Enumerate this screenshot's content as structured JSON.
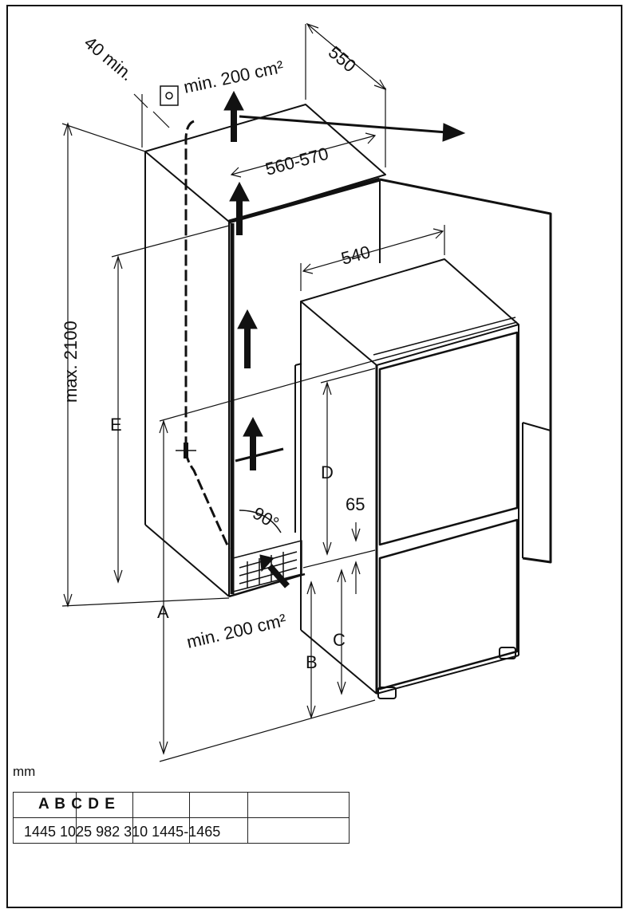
{
  "labels": {
    "vent_top": "min. 200 cm²",
    "vent_bottom": "min. 200 cm²",
    "dim_40": "40 min.",
    "dim_550": "550",
    "dim_560": "560-570",
    "dim_540": "540",
    "dim_2100": "max. 2100",
    "dim_E": "E",
    "dim_A": "A",
    "dim_B": "B",
    "dim_C": "C",
    "dim_D": "D",
    "dim_65": "65",
    "angle_90": "90°"
  },
  "unit": "mm",
  "table": {
    "header": "A B C D E",
    "values": "1445 1025 982 310 1445-1465"
  }
}
